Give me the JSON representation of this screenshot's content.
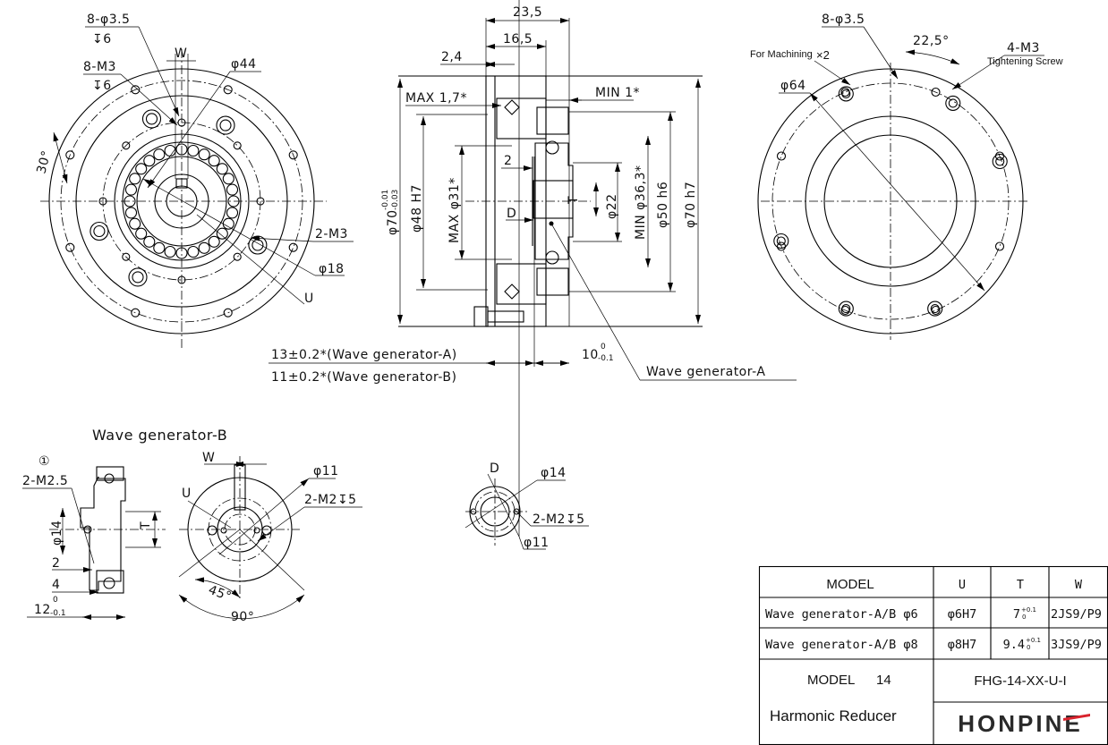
{
  "front_view": {
    "hole_top": "8-φ3.5",
    "hole_top_depth": "↧6",
    "thread_top": "8-M3",
    "thread_top_depth": "↧6",
    "key_width": "W",
    "pcd": "φ44",
    "angle": "30°",
    "thread_side": "2-M3",
    "bore": "φ18",
    "bore_label": "U"
  },
  "section_view": {
    "dim_total": "23,5",
    "dim_16": "16,5",
    "dim_24": "2,4",
    "max_17": "MAX 1,7*",
    "min_1": "MIN 1*",
    "od_tol": "φ70",
    "od_tol_upper": "-0.01",
    "od_tol_lower": "-0.03",
    "d48": "φ48 H7",
    "max31": "MAX φ31*",
    "dim_2": "2",
    "dim_D": "D",
    "dim_T": "T",
    "d22": "φ22",
    "min363": "MIN φ36,3*",
    "d50": "φ50 h6",
    "d70": "φ70 h7",
    "len_a": "13±0.2*(Wave generator-A)",
    "len_b": "11±0.2*(Wave generator-B)",
    "len_10": "10",
    "len_10_upper": "0",
    "len_10_lower": "-0.1",
    "wg_a": "Wave generator-A"
  },
  "rear_view": {
    "hole": "8-φ3.5",
    "machining": "For Machining",
    "machining_qty": "×2",
    "angle": "22,5°",
    "thread": "4-M3",
    "thread_note": "Tightening Screw",
    "pcd": "φ64"
  },
  "wg_b": {
    "title": "Wave generator-B",
    "marker": "①",
    "thread": "2-M2.5",
    "d14": "φ14",
    "T": "T",
    "dim_2": "2",
    "dim_4": "4",
    "dim_12": "12",
    "dim_12_upper": "0",
    "dim_12_lower": "-0.1",
    "W": "W",
    "U": "U",
    "d11": "φ11",
    "thread2": "2-M2↧5",
    "angle45": "45°",
    "angle90": "90°"
  },
  "wg_d": {
    "D": "D",
    "d14": "φ14",
    "thread": "2-M2↧5",
    "d11": "φ11"
  },
  "title_block": {
    "headers": [
      "MODEL",
      "U",
      "T",
      "W"
    ],
    "rows": [
      {
        "model": "Wave generator-A/B φ6",
        "U": "φ6H7",
        "T": "7",
        "T_tol_upper": "+0.1",
        "T_tol_lower": "0",
        "W": "2JS9/P9"
      },
      {
        "model": "Wave generator-A/B φ8",
        "U": "φ8H7",
        "T": "9.4",
        "T_tol_upper": "+0.1",
        "T_tol_lower": "0",
        "W": "3JS9/P9"
      }
    ],
    "model_label": "MODEL",
    "model_no": "14",
    "product": "Harmonic Reducer",
    "part_no": "FHG-14-XX-U-I",
    "brand": "HONPINE",
    "brand_accent": "#d9232d"
  }
}
